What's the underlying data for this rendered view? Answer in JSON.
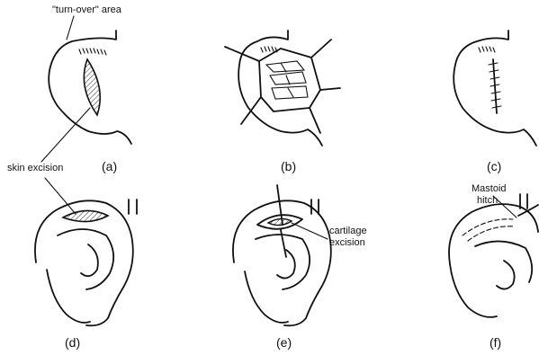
{
  "annotations": {
    "turn_over_area": "\"turn-over\" area",
    "skin_excision": "skin excision",
    "cartilage_excision_line1": "cartilage",
    "cartilage_excision_line2": "excision",
    "mastoid_hitch_line1": "Mastoid",
    "mastoid_hitch_line2": "hitch"
  },
  "panels": [
    {
      "label": "(a)"
    },
    {
      "label": "(b)"
    },
    {
      "label": "(c)"
    },
    {
      "label": "(d)"
    },
    {
      "label": "(e)"
    },
    {
      "label": "(f)"
    }
  ]
}
